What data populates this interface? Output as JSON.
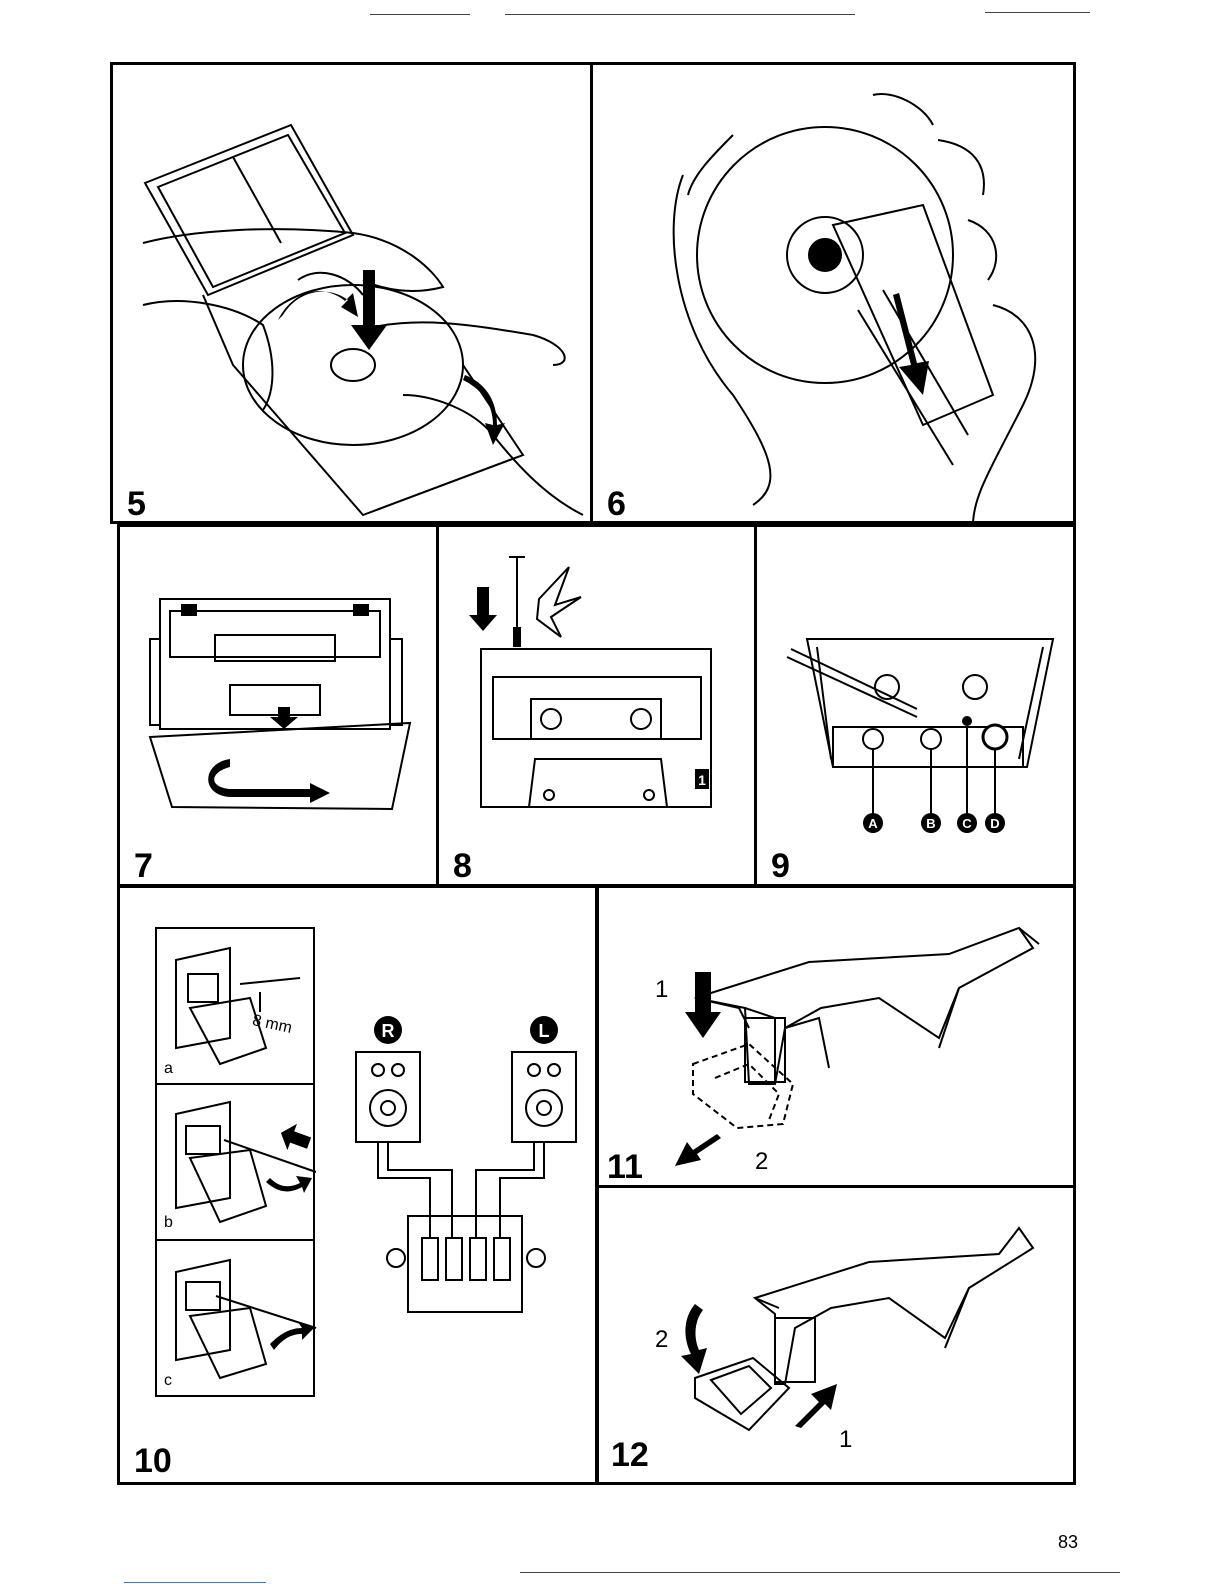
{
  "page": {
    "page_number": "83"
  },
  "panels": {
    "p5": {
      "number": "5"
    },
    "p6": {
      "number": "6"
    },
    "p7": {
      "number": "7"
    },
    "p8": {
      "number": "8",
      "badge": "1"
    },
    "p9": {
      "number": "9",
      "labels": [
        "A",
        "B",
        "C",
        "D"
      ]
    },
    "p10": {
      "number": "10",
      "sub": [
        "a",
        "b",
        "c"
      ],
      "measure": "8 mm",
      "speakers": [
        "R",
        "L"
      ]
    },
    "p11": {
      "number": "11",
      "step1": "1",
      "step2": "2"
    },
    "p12": {
      "number": "12",
      "step1": "1",
      "step2": "2"
    }
  },
  "icons": [
    "cd-case-hands",
    "cd-cleaning-cloth",
    "cassette-insert-arrow",
    "cassette-tab-screwdriver",
    "tape-head-cleaning",
    "speaker-wiring",
    "cartridge-removal",
    "cartridge-insertion"
  ]
}
